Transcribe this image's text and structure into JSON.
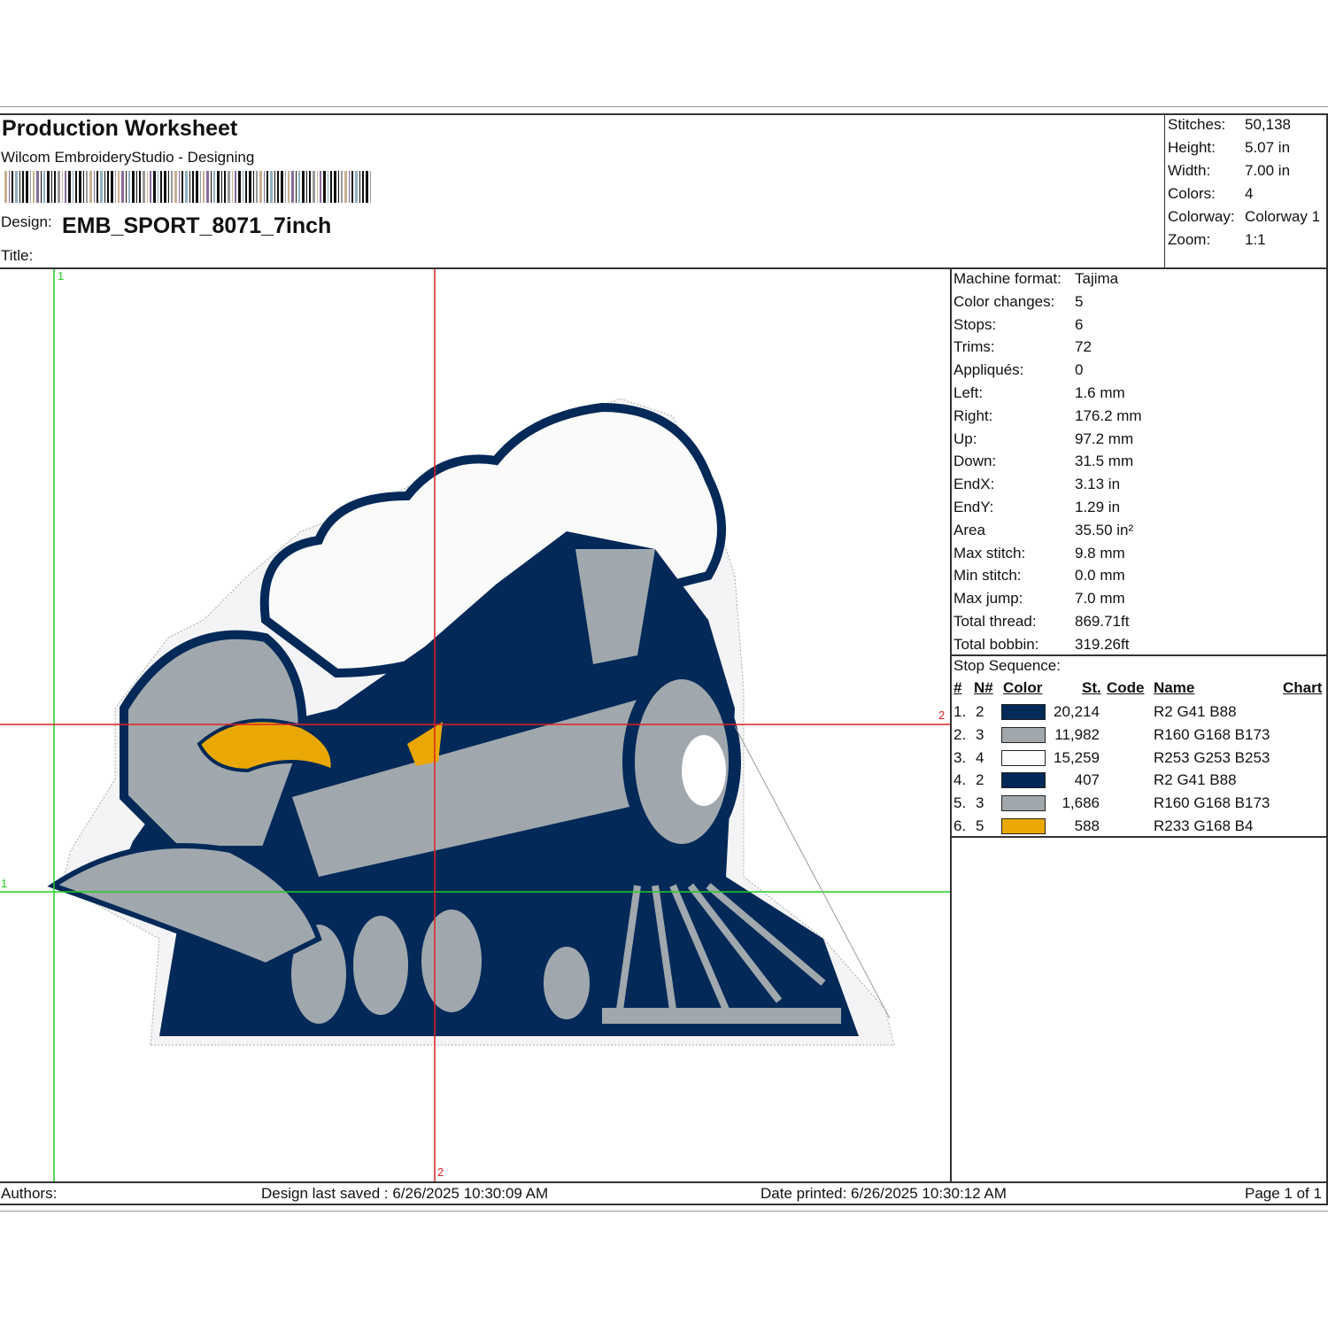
{
  "header": {
    "title": "Production Worksheet",
    "subtitle": "Wilcom EmbroideryStudio - Designing",
    "design_label": "Design:",
    "design_name": "EMB_SPORT_8071_7inch",
    "title_label": "Title:"
  },
  "summary": [
    {
      "label": "Stitches:",
      "value": "50,138"
    },
    {
      "label": "Height:",
      "value": "5.07 in"
    },
    {
      "label": "Width:",
      "value": "7.00 in"
    },
    {
      "label": "Colors:",
      "value": "4"
    },
    {
      "label": "Colorway:",
      "value": "Colorway 1"
    },
    {
      "label": "Zoom:",
      "value": "1:1"
    }
  ],
  "stats": [
    {
      "label": "Machine format:",
      "value": "Tajima"
    },
    {
      "label": "Color changes:",
      "value": "5"
    },
    {
      "label": "Stops:",
      "value": "6"
    },
    {
      "label": "Trims:",
      "value": "72"
    },
    {
      "label": "Appliqués:",
      "value": "0"
    },
    {
      "label": "Left:",
      "value": "1.6 mm"
    },
    {
      "label": "Right:",
      "value": "176.2 mm"
    },
    {
      "label": "Up:",
      "value": "97.2 mm"
    },
    {
      "label": "Down:",
      "value": "31.5 mm"
    },
    {
      "label": "EndX:",
      "value": "3.13 in"
    },
    {
      "label": "EndY:",
      "value": "1.29 in"
    },
    {
      "label": "Area",
      "value": " 35.50 in²"
    },
    {
      "label": "Max stitch:",
      "value": "9.8 mm"
    },
    {
      "label": "Min stitch:",
      "value": "0.0 mm"
    },
    {
      "label": "Max jump:",
      "value": "7.0 mm"
    },
    {
      "label": "Total thread:",
      "value": "869.71ft"
    },
    {
      "label": "Total bobbin:",
      "value": "319.26ft"
    }
  ],
  "stop_sequence": {
    "title": "Stop Sequence:",
    "headers": {
      "num": "#",
      "needle": "N#",
      "color": "Color",
      "stitches": "St.",
      "code": "Code",
      "name": "Name",
      "chart": "Chart"
    },
    "rows": [
      {
        "num": "1.",
        "needle": "2",
        "color": "#022958",
        "stitches": "20,214",
        "name": "R2 G41 B88"
      },
      {
        "num": "2.",
        "needle": "3",
        "color": "#A0A8AD",
        "stitches": "11,982",
        "name": "R160 G168 B173"
      },
      {
        "num": "3.",
        "needle": "4",
        "color": "#FDFDFD",
        "stitches": "15,259",
        "name": "R253 G253 B253"
      },
      {
        "num": "4.",
        "needle": "2",
        "color": "#022958",
        "stitches": "407",
        "name": "R2 G41 B88"
      },
      {
        "num": "5.",
        "needle": "3",
        "color": "#A0A8AD",
        "stitches": "1,686",
        "name": "R160 G168 B173"
      },
      {
        "num": "6.",
        "needle": "5",
        "color": "#E9A804",
        "stitches": "588",
        "name": "R233 G168 B4"
      }
    ]
  },
  "guides": {
    "green": "1",
    "red": "2"
  },
  "footer": {
    "authors": "Authors:",
    "last_saved": "Design last saved : 6/26/2025 10:30:09 AM",
    "printed": "Date printed: 6/26/2025 10:30:12 AM",
    "page": "Page 1 of 1"
  }
}
